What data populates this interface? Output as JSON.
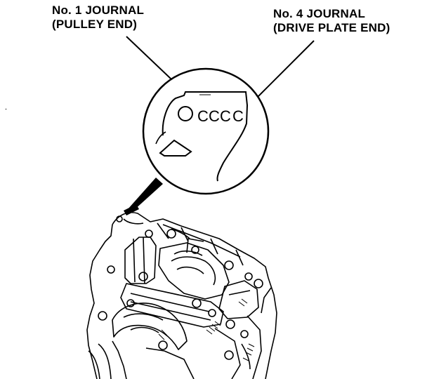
{
  "callouts": {
    "journal_1": {
      "line1": "No. 1 JOURNAL",
      "line2": "(PULLEY END)"
    },
    "journal_4": {
      "line1": "No. 4 JOURNAL",
      "line2": "(DRIVE PLATE END)"
    }
  },
  "stamp_marks": [
    "C",
    "C",
    "C",
    "C"
  ]
}
